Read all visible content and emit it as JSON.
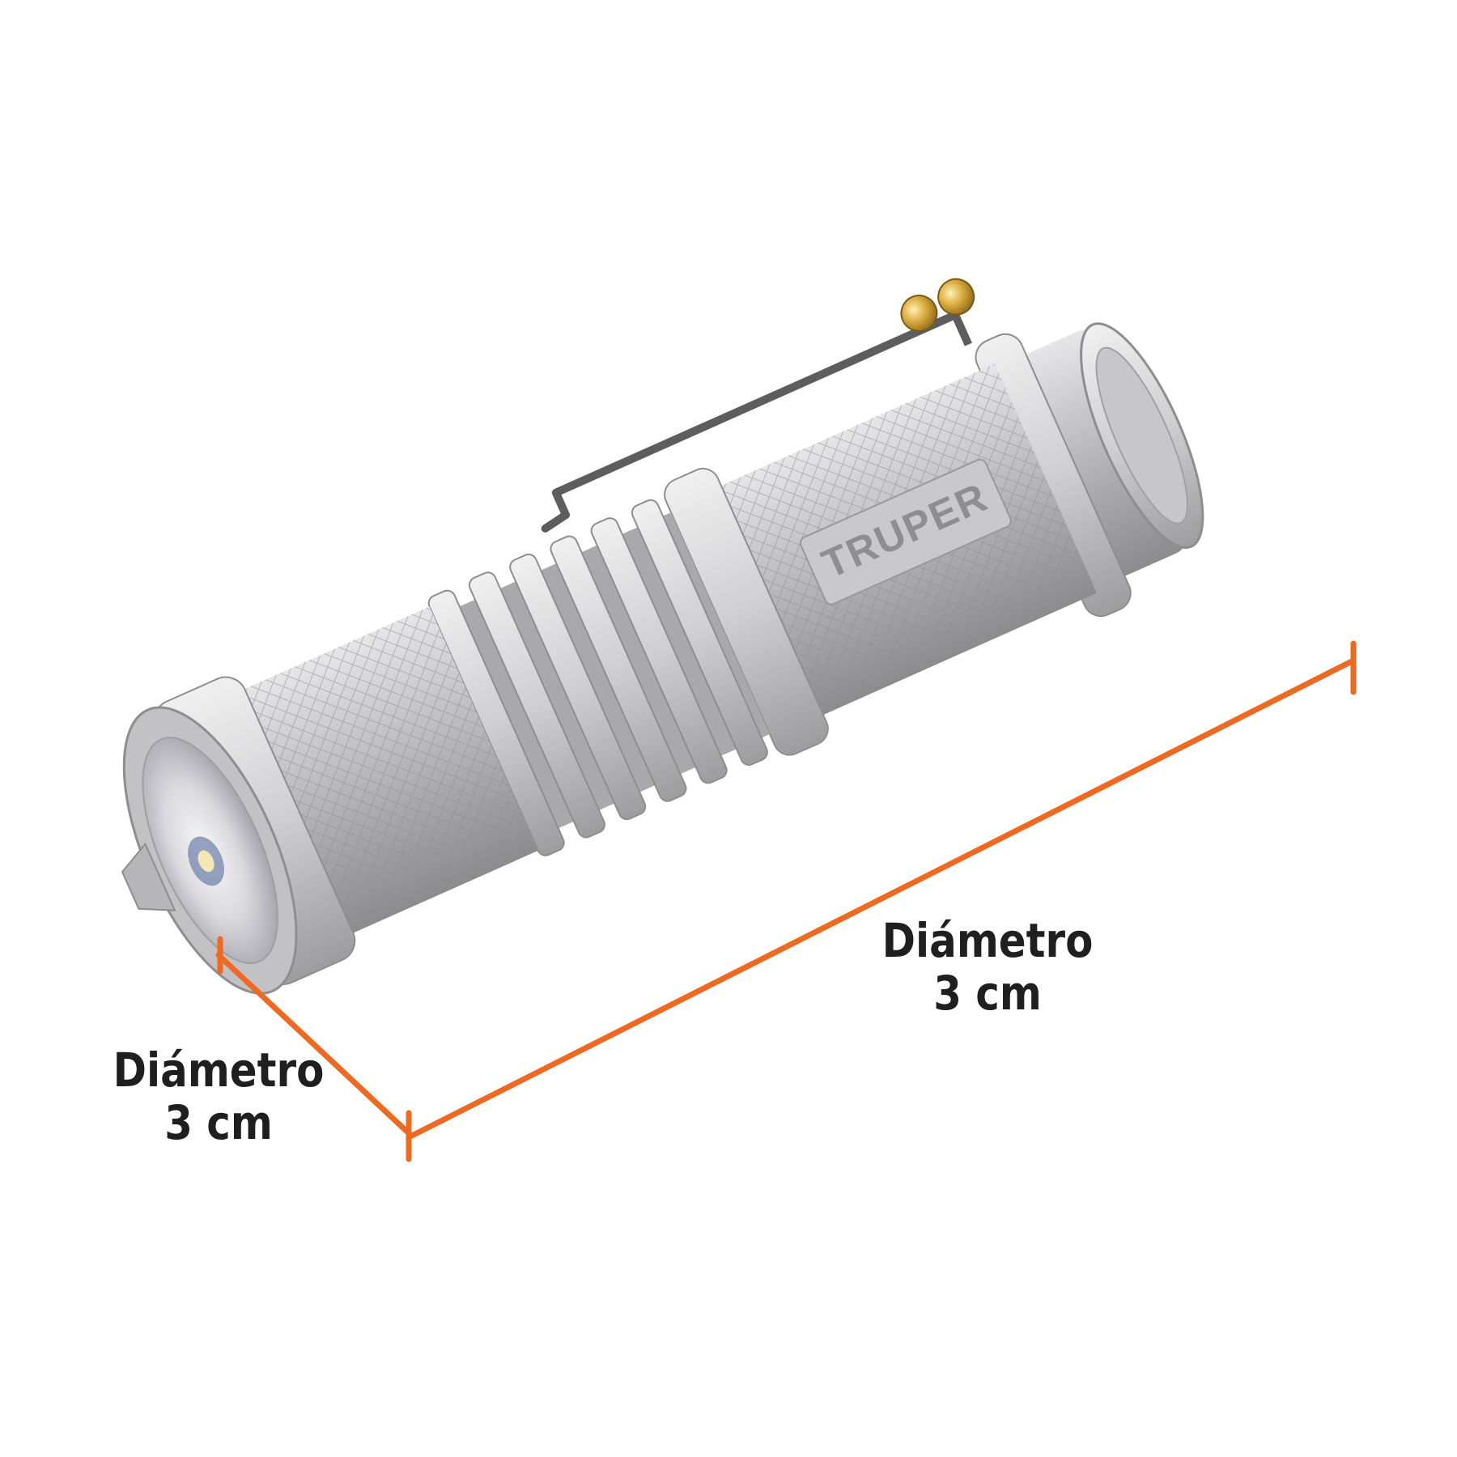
{
  "brand": {
    "logo_text": "TRUPER"
  },
  "dimensions": {
    "short": {
      "title": "Diámetro",
      "value": "3 cm"
    },
    "long": {
      "title": "Diámetro",
      "value": "3 cm"
    }
  },
  "colors": {
    "dimension_line": "#ee6a22",
    "label_text": "#1f1f1f",
    "body_metal": "#b9b9bb"
  }
}
